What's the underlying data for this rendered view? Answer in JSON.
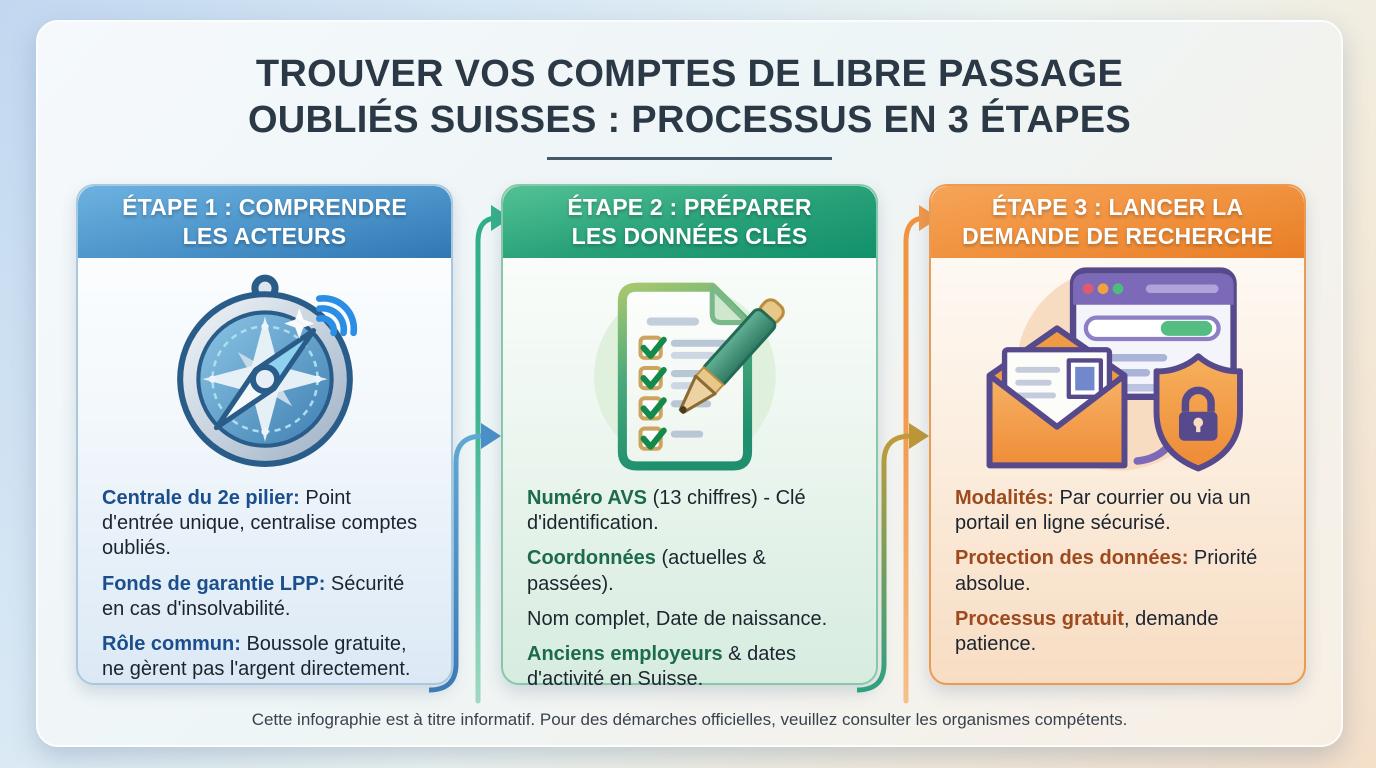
{
  "title": {
    "line1": "TROUVER VOS COMPTES DE LIBRE PASSAGE",
    "line2": "OUBLIÉS SUISSES : PROCESSUS EN 3 ÉTAPES"
  },
  "footer": "Cette infographie est à titre informatif. Pour des démarches officielles, veuillez consulter les organismes compétents.",
  "cards": [
    {
      "header_line1": "ÉTAPE 1 : COMPRENDRE",
      "header_line2": "LES ACTEURS",
      "icon": "compass-signal-icon",
      "items": [
        {
          "lead": "Centrale du 2e pilier:",
          "rest": " Point d'entrée unique, centralise comptes oubliés."
        },
        {
          "lead": "Fonds de garantie LPP:",
          "rest": " Sécurité en cas d'insolvabilité."
        },
        {
          "lead": "Rôle commun:",
          "rest": " Boussole gratuite, ne gèrent pas l'argent directement."
        }
      ]
    },
    {
      "header_line1": "ÉTAPE 2 : PRÉPARER",
      "header_line2": "LES DONNÉES CLÉS",
      "icon": "checklist-pen-icon",
      "items": [
        {
          "lead": "Numéro AVS",
          "rest": " (13 chiffres) - Clé d'identification."
        },
        {
          "lead": "Coordonnées",
          "rest": " (actuelles & passées)."
        },
        {
          "lead": "",
          "rest": "Nom complet, Date de naissance."
        },
        {
          "lead": "Anciens employeurs",
          "rest": " & dates d'activité en Suisse."
        }
      ]
    },
    {
      "header_line1": "ÉTAPE 3 : LANCER LA",
      "header_line2": "DEMANDE DE RECHERCHE",
      "icon": "mail-browser-shield-icon",
      "items": [
        {
          "lead": "Modalités:",
          "rest": " Par courrier ou via un portail en ligne sécurisé."
        },
        {
          "lead": "Protection des données:",
          "rest": " Priorité absolue."
        },
        {
          "lead": "Processus gratuit",
          "rest": ", demande patience."
        }
      ]
    }
  ],
  "colors": {
    "title": "#2b3947",
    "body_text": "#1c242e",
    "footer_text": "#39424e",
    "card1_header_top": "#6db2e0",
    "card1_header_bottom": "#2f78b4",
    "card1_lead": "#1b4e8c",
    "card2_header_top": "#53c295",
    "card2_header_bottom": "#12916b",
    "card2_lead": "#1d6b4c",
    "card3_header_top": "#f6a458",
    "card3_header_bottom": "#e87e26",
    "card3_lead": "#9c4a1e",
    "arrow_blue": "#4a90c8",
    "arrow_green": "#3cb491",
    "arrow_orange": "#f2994d",
    "arrow_gold": "#c09b3a"
  }
}
